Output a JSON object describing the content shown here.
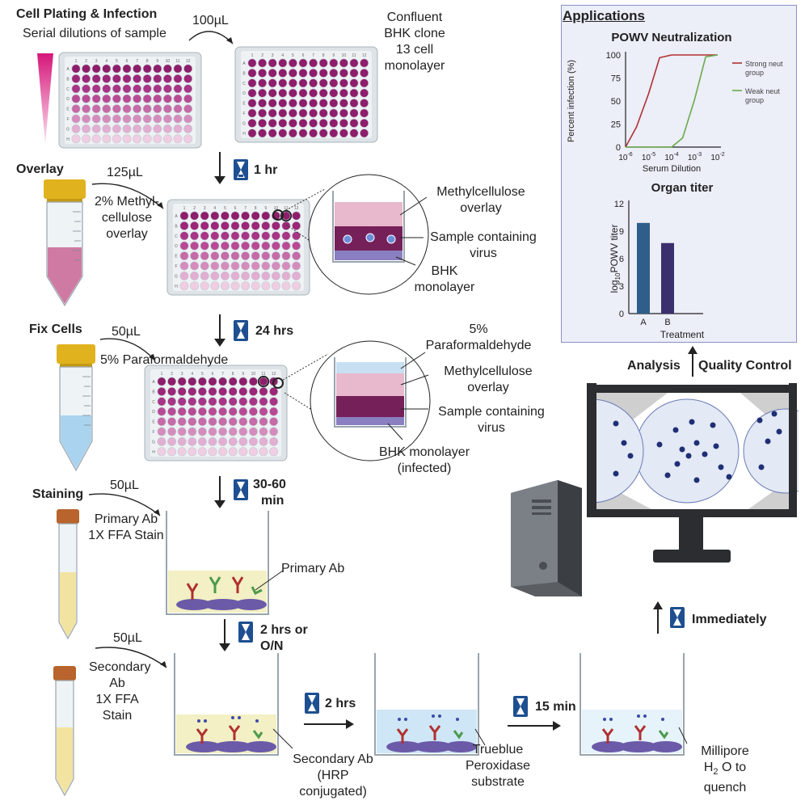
{
  "sections": {
    "plating": "Cell Plating & Infection",
    "overlay": "Overlay",
    "fix": "Fix Cells",
    "staining": "Staining"
  },
  "plating": {
    "volume": "100µL",
    "dilution_label": "Serial dilutions of sample",
    "monolayer_label_1": "Confluent",
    "monolayer_label_2": "BHK clone",
    "monolayer_label_3": "13 cell",
    "monolayer_label_4": "monolayer"
  },
  "overlay": {
    "volume": "125µL",
    "reagent_1": "2% Methyl-",
    "reagent_2": "cellulose",
    "reagent_3": "overlay",
    "inset_label_1a": "Methylcellulose",
    "inset_label_1b": "overlay",
    "inset_label_2a": "Sample containing",
    "inset_label_2b": "virus",
    "inset_label_3a": "BHK",
    "inset_label_3b": "monolayer"
  },
  "fix": {
    "volume": "50µL",
    "reagent": "5% Paraformaldehyde",
    "inset_label_1a": "5%",
    "inset_label_1b": "Paraformaldehyde",
    "inset_label_2a": "Methylcellulose",
    "inset_label_2b": "overlay",
    "inset_label_3a": "Sample containing",
    "inset_label_3b": "virus",
    "inset_label_4a": "BHK monolayer",
    "inset_label_4b": "(infected)"
  },
  "staining": {
    "volume": "50µL",
    "reagent_1": "Primary Ab",
    "reagent_2": "1X FFA Stain",
    "well_label": "Primary Ab"
  },
  "secondary": {
    "volume": "50µL",
    "reagent_1": "Secondary",
    "reagent_2": "Ab",
    "reagent_3": "1X FFA",
    "reagent_4": "Stain",
    "well_label_1": "Secondary Ab",
    "well_label_2": "(HRP",
    "well_label_3": "conjugated)",
    "substrate_1": "Trueblue",
    "substrate_2": "Peroxidase",
    "substrate_3": "substrate",
    "quench_1": "Millipore",
    "quench_2": "H",
    "quench_2_sub": "2",
    "quench_2_rest": "O to",
    "quench_3": "quench"
  },
  "times": {
    "t1": "1 hr",
    "t2": "24 hrs",
    "t3a": "30-60",
    "t3b": "min",
    "t4a": "2 hrs or",
    "t4b": "O/N",
    "t5": "2 hrs",
    "t6": "15 min",
    "t7": "Immediately"
  },
  "analysis": {
    "left": "Analysis",
    "right": "Quality Control"
  },
  "plate": {
    "columns": [
      "1",
      "2",
      "3",
      "4",
      "5",
      "6",
      "7",
      "8",
      "9",
      "10",
      "11",
      "12"
    ],
    "rows": [
      "A",
      "B",
      "C",
      "D",
      "E",
      "F",
      "G",
      "H"
    ]
  },
  "applications": {
    "title": "Applications",
    "colors": {
      "strong": "#b03030",
      "weak": "#6aab4a",
      "bar_a": "#2f5e8a",
      "bar_b": "#3b2f6e",
      "panel_bg": "#eceef8",
      "panel_border": "#8a91c4"
    }
  },
  "chart_data": [
    {
      "type": "line",
      "title": "POWV Neutralization",
      "xlabel": "Serum Dilution",
      "ylabel": "Percent infection (%)",
      "xscale": "log",
      "xlim": [
        1e-06,
        0.01
      ],
      "ylim": [
        0,
        100
      ],
      "xticks": [
        "10-6",
        "10-5",
        "10-4",
        "10-3",
        "10-2"
      ],
      "yticks": [
        0,
        25,
        50,
        75,
        100
      ],
      "series": [
        {
          "name": "Strong neut group",
          "color": "#b03030",
          "x": [
            1e-06,
            3e-06,
            1e-05,
            3e-05,
            0.0001,
            0.001,
            0.01
          ],
          "y": [
            0,
            22,
            58,
            97,
            100,
            100,
            100
          ]
        },
        {
          "name": "Weak neut group",
          "color": "#6aab4a",
          "x": [
            1e-06,
            0.0001,
            0.0003,
            0.001,
            0.003,
            0.01
          ],
          "y": [
            0,
            0,
            10,
            52,
            98,
            100
          ]
        }
      ],
      "legend": "right"
    },
    {
      "type": "bar",
      "title": "Organ titer",
      "xlabel": "Treatment",
      "ylabel": "log10POWV titer",
      "categories": [
        "A",
        "B"
      ],
      "values": [
        9.9,
        7.7
      ],
      "ylim": [
        0,
        12
      ],
      "yticks": [
        0,
        3,
        6,
        9,
        12
      ]
    }
  ]
}
